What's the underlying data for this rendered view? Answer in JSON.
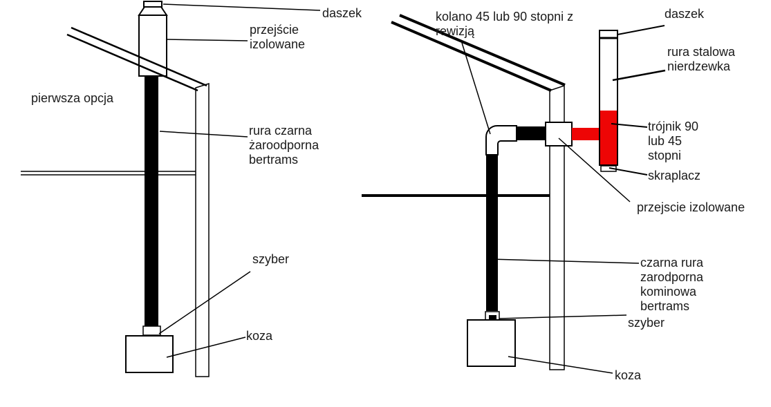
{
  "colors": {
    "background": "#ffffff",
    "line": "#000000",
    "pipe_black": "#000000",
    "pipe_red": "#ee0505",
    "text": "#1a1a1a"
  },
  "left": {
    "option_label": "pierwsza opcja",
    "labels": {
      "daszek": "daszek",
      "przejscie_izolowane": "przejście\nizolowane",
      "rura_czarna": "rura czarna\nżaroodporna\nbertrams",
      "szyber": "szyber",
      "koza": "koza"
    }
  },
  "right": {
    "labels": {
      "kolano": "kolano 45 lub 90 stopni z\nrewizją",
      "daszek": "daszek",
      "rura_stalowa": "rura stalowa\nnierdzewka",
      "trojnik": "trójnik 90\nlub 45\nstopni",
      "skraplacz": "skraplacz",
      "przejscie_izolowane": "przejscie izolowane",
      "czarna_rura": "czarna rura\nzarodporna\nkominowa\nbertrams",
      "szyber": "szyber",
      "koza": "koza"
    }
  }
}
